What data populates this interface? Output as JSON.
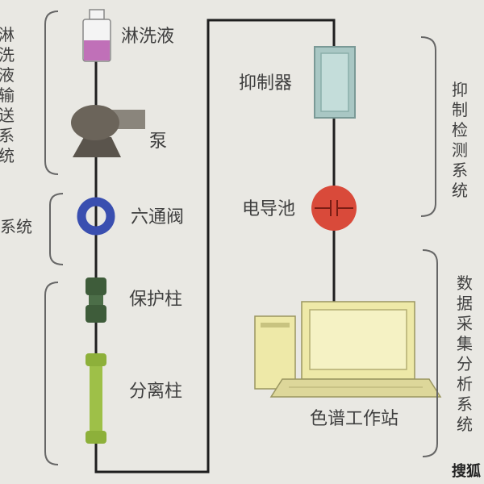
{
  "components": {
    "eluent": "淋洗液",
    "pump": "泵",
    "six_port_valve": "六通阀",
    "guard_column": "保护柱",
    "separation_column": "分离柱",
    "suppressor": "抑制器",
    "conductivity_cell": "电导池",
    "chromatography_workstation": "色谱工作站"
  },
  "systems": {
    "eluent_delivery_partial": [
      "淋",
      "洗",
      "液",
      "输",
      "送",
      "系",
      "统"
    ],
    "injection_partial": "系统",
    "suppression_detection": [
      "抑",
      "制",
      "检",
      "测",
      "系",
      "统"
    ],
    "data_acquisition": [
      "数",
      "据",
      "采",
      "集",
      "分",
      "析",
      "系",
      "统"
    ]
  },
  "watermark": "搜狐",
  "colors": {
    "background": "#e9e8e3",
    "pipe": "#1e1e1e",
    "eluent_liquid": "#c070b8",
    "valve_ring": "#3a4fb0",
    "guard_column": "#3e5c3a",
    "separation_column": "#8db03a",
    "suppressor": "#a9c7c4",
    "conductivity_cell": "#d94a3a",
    "computer": "#eee9a8"
  }
}
